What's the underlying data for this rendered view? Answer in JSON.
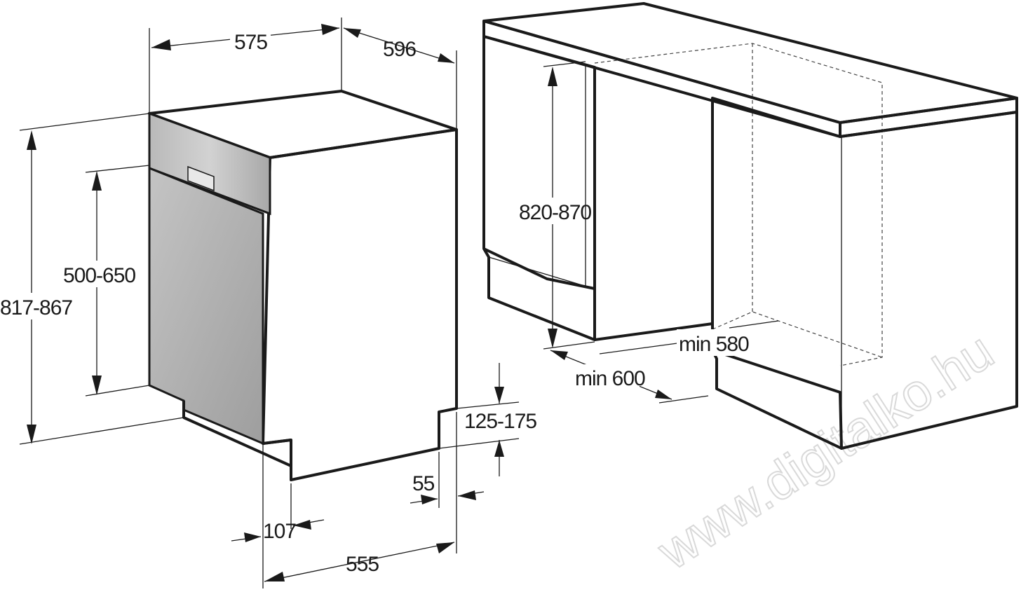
{
  "diagram": {
    "appliance": {
      "dimensions": {
        "width": "575",
        "depth": "596",
        "total_height": "817-867",
        "panel_height": "500-650",
        "plinth_height": "125-175",
        "plinth_setback": "55",
        "door_offset": "107",
        "base_depth": "555"
      }
    },
    "installation": {
      "dimensions": {
        "niche_height": "820-870",
        "niche_width": "min 580",
        "niche_depth": "min 600"
      }
    },
    "watermark": "www.digitalko.hu"
  }
}
